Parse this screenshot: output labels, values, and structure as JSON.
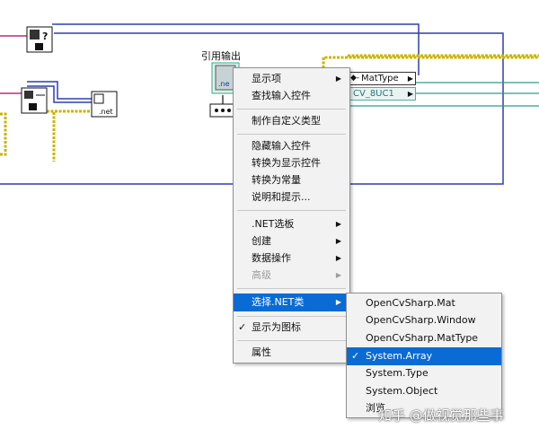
{
  "diagram": {
    "ref_output_label": "引用输出",
    "mattype_label": "MatType",
    "cv_value": "CV_8UC1",
    "ref_icon_text": ".ne",
    "net_icon_text": ".net",
    "node_question": "?"
  },
  "context_menu": {
    "items": [
      {
        "label": "显示项",
        "submenu": true,
        "disabled": false
      },
      {
        "label": "查找输入控件",
        "submenu": false,
        "disabled": false
      },
      {
        "label": "制作自定义类型",
        "submenu": false,
        "disabled": false
      },
      {
        "label": "隐藏输入控件",
        "submenu": false,
        "disabled": false
      },
      {
        "label": "转换为显示控件",
        "submenu": false,
        "disabled": false
      },
      {
        "label": "转换为常量",
        "submenu": false,
        "disabled": false
      },
      {
        "label": "说明和提示...",
        "submenu": false,
        "disabled": false
      },
      {
        "label": ".NET选板",
        "submenu": true,
        "disabled": false
      },
      {
        "label": "创建",
        "submenu": true,
        "disabled": false
      },
      {
        "label": "数据操作",
        "submenu": true,
        "disabled": false
      },
      {
        "label": "高级",
        "submenu": true,
        "disabled": true
      },
      {
        "label": "选择.NET类",
        "submenu": true,
        "disabled": false,
        "active": true
      },
      {
        "label": "显示为图标",
        "submenu": false,
        "disabled": false,
        "checked": true
      },
      {
        "label": "属性",
        "submenu": false,
        "disabled": false
      }
    ]
  },
  "submenu": {
    "items": [
      {
        "label": "OpenCvSharp.Mat"
      },
      {
        "label": "OpenCvSharp.Window"
      },
      {
        "label": "OpenCvSharp.MatType"
      },
      {
        "label": "System.Array",
        "active": true,
        "checked": true
      },
      {
        "label": "System.Type"
      },
      {
        "label": "System.Object"
      },
      {
        "label": "浏览..."
      }
    ]
  },
  "glyphs": {
    "submenu_arrow": "▶",
    "check": "✓"
  },
  "watermark": "知乎 @做视觉那些事",
  "colors": {
    "wire_blue": "#2f3fae",
    "wire_pink": "#b0307a",
    "wire_yellow": "#c8b400",
    "wire_teal": "#2a9e8e",
    "menu_highlight": "#0a6bd4"
  }
}
